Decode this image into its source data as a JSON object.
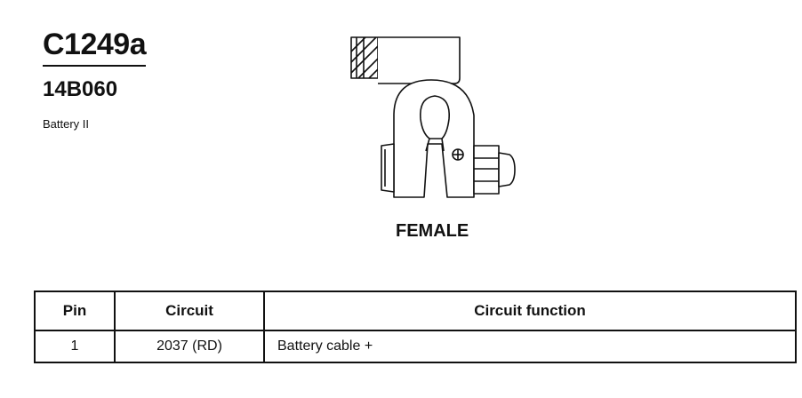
{
  "header": {
    "connector_id": "C1249a",
    "part_number": "14B060",
    "description": "Battery II"
  },
  "diagram": {
    "view_label": "FEMALE"
  },
  "pin_table": {
    "columns": [
      "Pin",
      "Circuit",
      "Circuit function"
    ],
    "rows": [
      {
        "pin": "1",
        "circuit": "2037 (RD)",
        "function": "Battery cable +"
      }
    ]
  }
}
